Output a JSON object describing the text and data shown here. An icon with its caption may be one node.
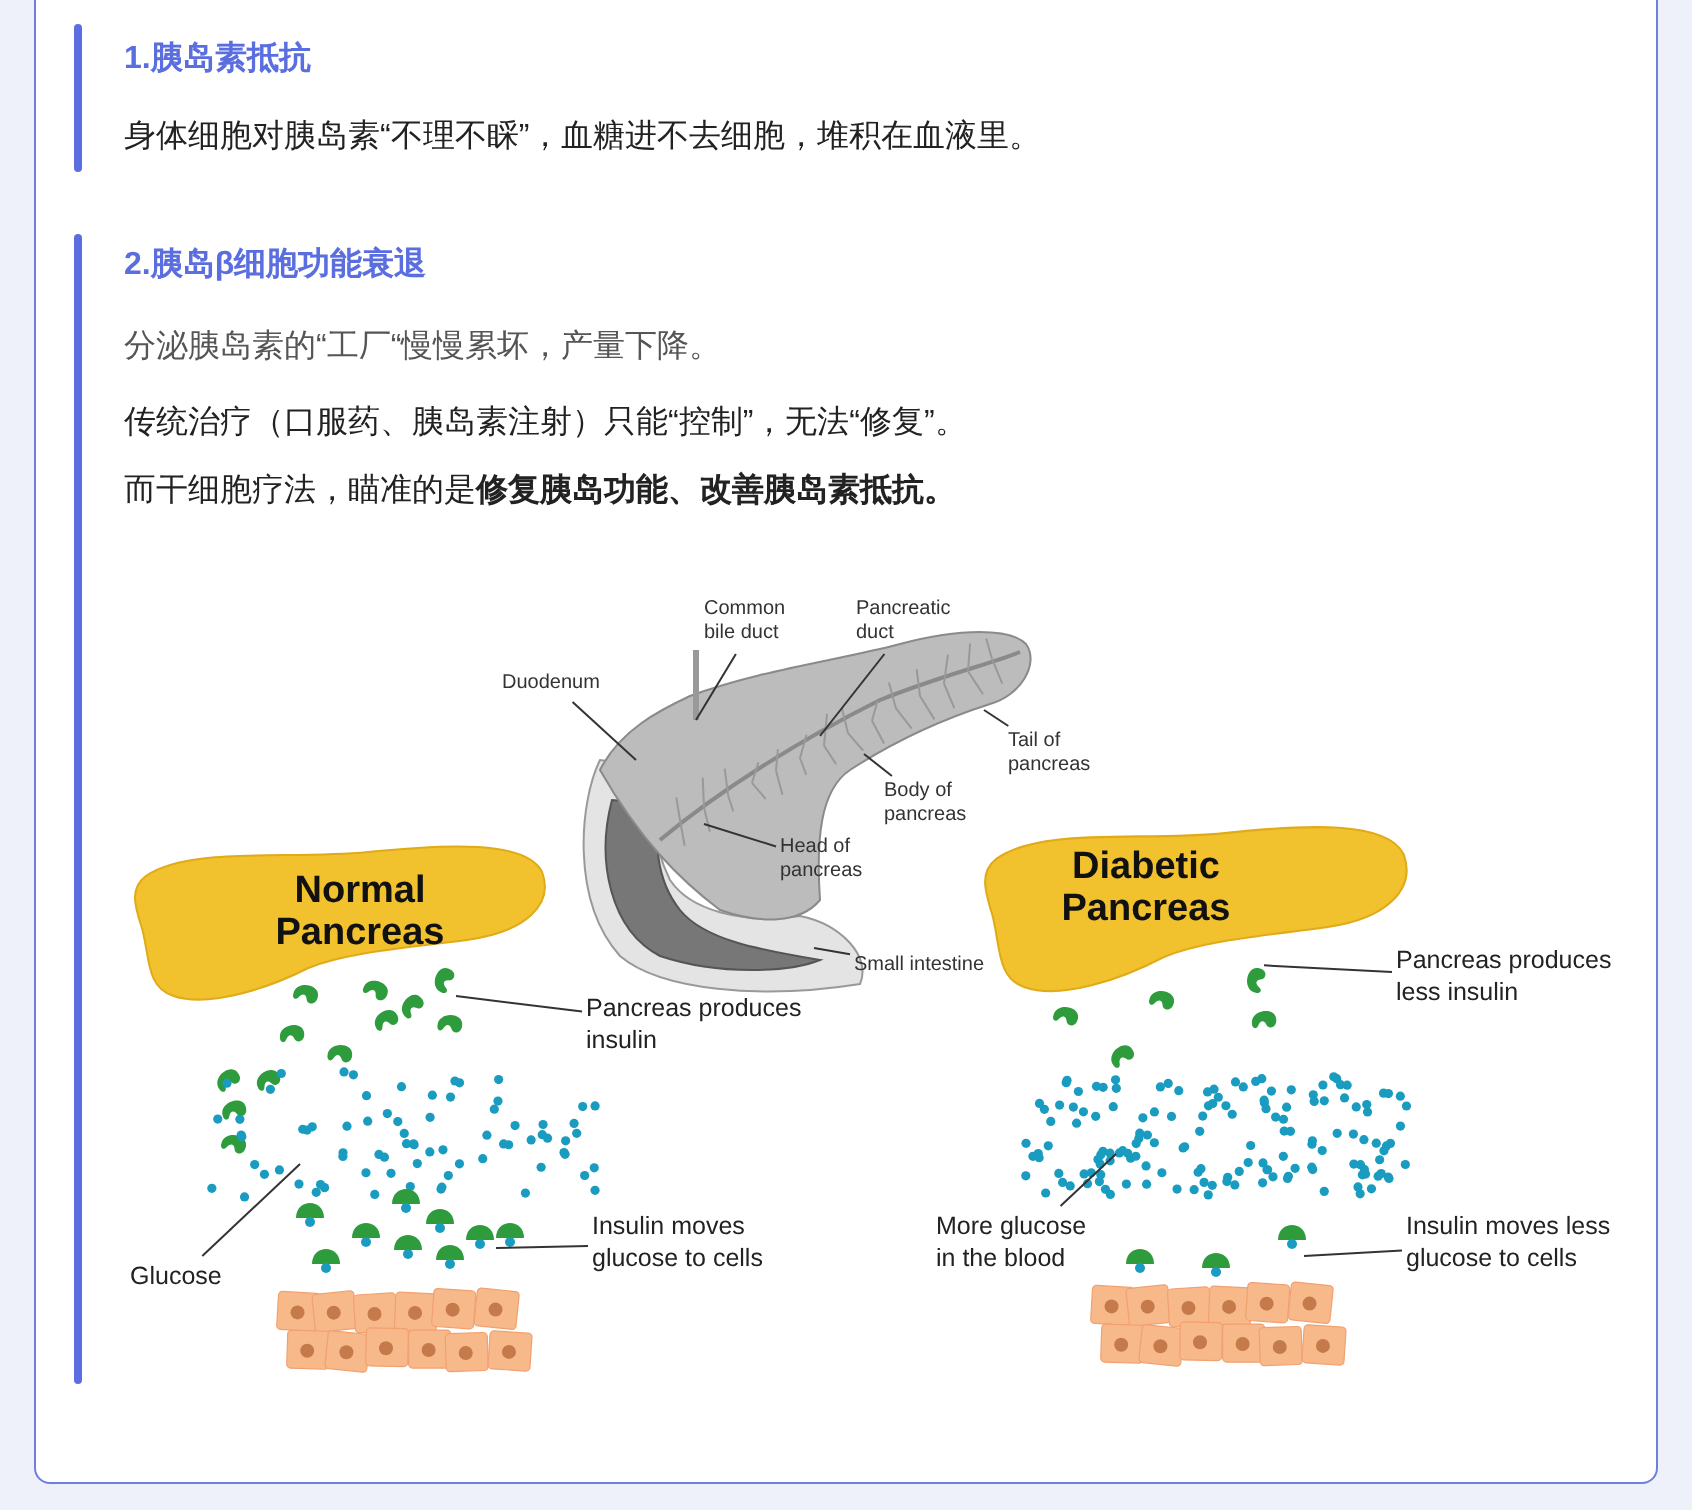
{
  "diagram": {
    "nodes": [
      {
        "text": [
          "Common bile duct"
        ]
      },
      {
        "text": [
          "Pancreatic duct"
        ]
      },
      {
        "text": [
          "Duodenum"
        ]
      },
      {
        "text": [
          "Tail of pancreas"
        ]
      },
      {
        "text": [
          "Body of pancreas"
        ]
      },
      {
        "text": [
          "Head of pancreas"
        ]
      },
      {
        "text": [
          "Small intestine"
        ]
      },
      {
        "text": [
          "Normal Pancreas"
        ]
      },
      {
        "text": [
          "Diabetic Pancreas"
        ]
      },
      {
        "text": [
          "Pancreas produces insulin"
        ]
      },
      {
        "text": [
          "Pancreas produces less insulin"
        ]
      },
      {
        "text": [
          "Glucose"
        ]
      },
      {
        "text": [
          "More glucose in the blood"
        ]
      },
      {
        "text": [
          "Insulin moves glucose to cells"
        ]
      },
      {
        "text": [
          "Insulin moves less glucose to cells"
        ]
      },
      {
        "text": [],
        "shape": "picture"
      },
      {
        "text": [],
        "shape": "picture"
      },
      {
        "text": [],
        "shape": "picture"
      },
      {
        "text": [],
        "shape": "picture"
      },
      {
        "text": [],
        "shape": "picture"
      },
      {
        "text": [],
        "shape": "picture"
      }
    ],
    "edges": [
      {
        "from": 0,
        "to": null,
        "arrow": "none"
      },
      {
        "from": 1,
        "to": null,
        "arrow": "none"
      },
      {
        "from": 2,
        "to": null,
        "arrow": "none"
      },
      {
        "from": 3,
        "to": null,
        "arrow": "none"
      },
      {
        "from": 4,
        "to": null,
        "arrow": "none"
      },
      {
        "from": 5,
        "to": null,
        "arrow": "none"
      },
      {
        "from": 6,
        "to": null,
        "arrow": "none"
      },
      {
        "from": 9,
        "to": 15,
        "arrow": "none"
      },
      {
        "from": 10,
        "to": 18,
        "arrow": "none"
      },
      {
        "from": 11,
        "to": 16,
        "arrow": "none"
      },
      {
        "from": 12,
        "to": 19,
        "arrow": "none"
      },
      {
        "from": 13,
        "to": 17,
        "arrow": "none"
      },
      {
        "from": 14,
        "to": 20,
        "arrow": "none"
      }
    ],
    "labels": [
      "1.胰岛素抵抗",
      "身体细胞对胰岛素“不理不睬”，血糖进不去细胞，堆积在血液里。",
      "2.胰岛β细胞功能衰退",
      "分泌胰岛素的“工厂“慢慢累坏，产量下降。",
      "传统治疗（口服药、胰岛素注射）只能“控制”，无法“修复”。",
      "而干细胞疗法，瞄准的是**修复胰岛功能、改善胰岛素抵抗。**"
    ]
  }
}
